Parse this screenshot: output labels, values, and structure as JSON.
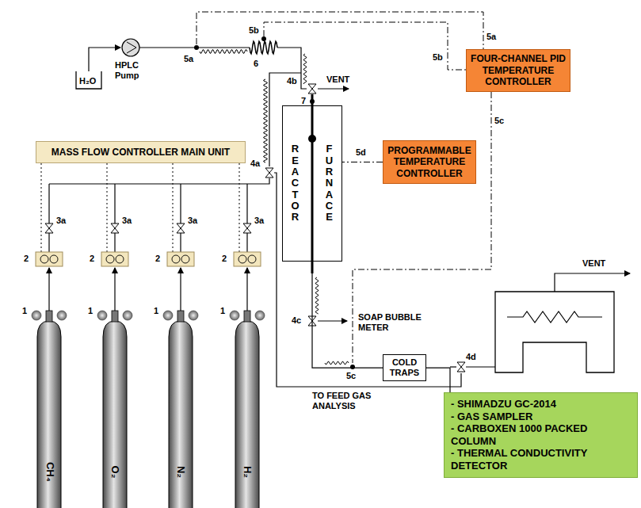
{
  "diagram": {
    "nodes": [
      {
        "text": [
          "MASS FLOW CONTROLLER MAIN UNIT"
        ]
      },
      {
        "text": [
          "FOUR-CHANNEL PID TEMPERATURE CONTROLLER"
        ]
      },
      {
        "text": [
          "PROGRAMMABLE TEMPERATURE CONTROLLER"
        ]
      },
      {
        "text": [
          "REACTOR",
          "FURNACE"
        ]
      },
      {
        "text": [
          "COLD TRAPS"
        ]
      },
      {
        "text": [
          "- SHIMADZU GC-2014",
          "- GAS SAMPLER",
          "- CARBOXEN 1000 PACKED COLUMN",
          "- THERMAL CONDUCTIVITY DETECTOR"
        ]
      }
    ],
    "edges": [
      {
        "from": 2,
        "to": 3,
        "arrow": "none"
      },
      {
        "from": 3,
        "to": 4,
        "arrow": "none"
      },
      {
        "from": 4,
        "to": 5,
        "arrow": "none"
      }
    ],
    "labels": [
      "H₂O",
      "HPLC Pump",
      "5a",
      "5b",
      "6",
      "4b",
      "VENT",
      "7",
      "5b",
      "5a",
      "5c",
      "5d",
      "4a",
      "3a",
      "3a",
      "3a",
      "3a",
      "2",
      "2",
      "2",
      "2",
      "1",
      "1",
      "1",
      "1",
      "4c",
      "SOAP BUBBLE METER",
      "5c",
      "4d",
      "VENT",
      "TO FEED GAS ANALYSIS",
      "CH₄",
      "O₂",
      "N₂",
      "H₂"
    ]
  }
}
